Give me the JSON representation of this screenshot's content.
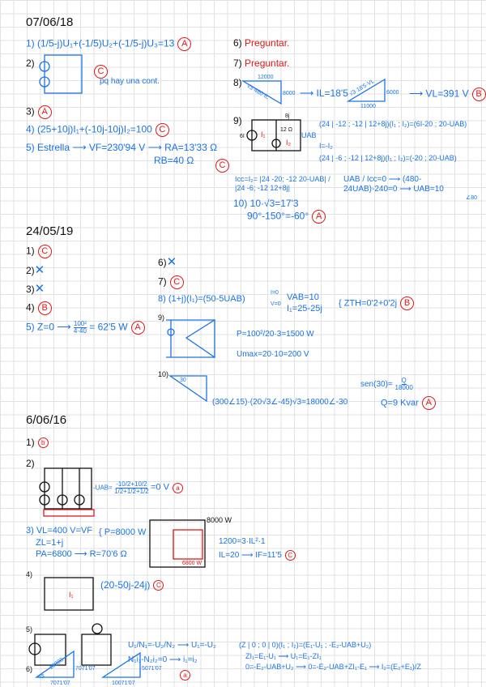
{
  "s1": {
    "date": "07/06/18",
    "q1": "1) (1/5-j)U₁+(-1/5)U₂+(-1/5-j)U₃=13",
    "a1": "A",
    "q2": "2)",
    "a2": "C",
    "note2": "pq hay una cont.",
    "q3": "3)",
    "a3": "A",
    "q4": "4) (25+10j)I₁+(-10j-10j)I₂=100",
    "a4": "C",
    "q5": "5) Estrella ⟶ VF=230'94 V ⟶ RA=13'33 Ω",
    "q5b": "RB=40 Ω",
    "a5": "C",
    "q6": "6)",
    "q6t": "Preguntar.",
    "q7": "7)",
    "q7t": "Preguntar.",
    "q8": "8)",
    "q8top": "12000",
    "q8hyp": "√3·480·IL",
    "q8side": "8000",
    "q8r1": "⟶ IL=18'5",
    "q8hyp2": "√3·18'5·VL",
    "q8side2": "6000",
    "q8bot2": "11000",
    "q8r2": "⟶ VL=391 V",
    "a8": "B",
    "q9": "9)",
    "q9src": "6I",
    "q9r": "12 Ω",
    "q9l": "8j",
    "q9i1": "I₁",
    "q9i2": "I₂",
    "q9uab": "UAB",
    "m1": "(24 | -12 ; -12 | 12+8j)(I₁ ; I₂)=(6I-20 ; 20-UAB)",
    "m2": "I=-I₂",
    "m3": "(24 | -6 ; -12 | 12+8j)(I₁ ; I₂)=(-20 ; 20-UAB)",
    "icc": "Icc=I₂= |24 -20; -12 20-UAB| / |24 -6; -12 12+8j|",
    "icc2": "UAB / Icc=0 ⟶ (480-24UAB)-240=0 ⟶ UAB=10",
    "icc3": "∠80",
    "q10": "10) 10·√3=17'3",
    "q10b": "90°-150°=-60°",
    "a10": "A"
  },
  "s2": {
    "date": "24/05/19",
    "q1": "1)",
    "a1": "C",
    "q2": "2)",
    "a2": "✕",
    "q3": "3)",
    "a3": "✕",
    "q4": "4)",
    "a4": "B",
    "q5": "5) Z=0 ⟶",
    "q5n": "100²",
    "q5d": "4·40",
    "q5r": "= 62'5 W",
    "a5": "A",
    "q6": "6)",
    "a6": "✕",
    "q7": "7)",
    "a7": "C",
    "q8": "8) (1+j)(I₁)=(50-5UAB)",
    "q8c1": "I=0",
    "q8c2": "V=0",
    "q8r1": "VAB=10",
    "q8r2": "I₁=25-25j",
    "q8th": "{ ZTH=0'2+0'2j",
    "a8": "B",
    "q9": "9)",
    "q9p": "P=100²/20·3=1500 W",
    "q9u": "Umax=20·10=200 V",
    "q10": "10)",
    "q10ang": "30",
    "q10eq": "(300∠15)·(20√3∠-45)√3=18000∠-30",
    "q10sen": "sen(30)=",
    "q10n": "Q",
    "q10d": "18000",
    "q10q": "Q=9 Kvar",
    "a10": "A"
  },
  "s3": {
    "date": "6/06/16",
    "q1": "1)",
    "a1": "b",
    "q2": "2)",
    "q2u": "-UAB=",
    "q2n": "-10/2+10/2",
    "q2d": "1/2+1/2+1/2",
    "q2r": "=0 V",
    "a2": "a",
    "q3a": "3) VL=400 V=VF",
    "q3p": "{ P=8000 W",
    "q3b": "ZL=1+j",
    "q3c": "PA=6800 ⟶ R=70'6 Ω",
    "q3w": "8000 W",
    "q3w2": "6800 W",
    "q3e1": "1200=3·IL²·1",
    "q3e2": "IL=20 ⟶ IF=11'5",
    "a3": "C",
    "q4": "4)",
    "q4eq": "(20-50j-24j)",
    "a4": "C",
    "q4i": "I₁",
    "q5": "5)",
    "q5e1": "U₁/N₁=-U₂/N₂ ⟶ U₁=-U₂",
    "q5e2": "N₁i₁-N₂i₂=0 ⟶ i₁=i₂",
    "q5m": "(Z | 0 ; 0 | 0)(I₁ ; I₂)=(E₁-U₁ ; -E₂-UAB+U₂)",
    "q5m2": "ZI₁=E₁-U₁ ⟶ U₁=E₁-ZI₁",
    "q5m3": "0=-E₂-UAB+U₂ ⟶ 0=-E₂-UAB+ZI₁-E₁ ⟶ I₂=(E₂+E₁)/Z",
    "q6": "6)",
    "q6h": "10000",
    "q6a": "45",
    "q6s": "7071'07",
    "q6b": "7071'07",
    "q6s2": "5071'07",
    "q6b2": "10071'07",
    "a6": "a"
  }
}
